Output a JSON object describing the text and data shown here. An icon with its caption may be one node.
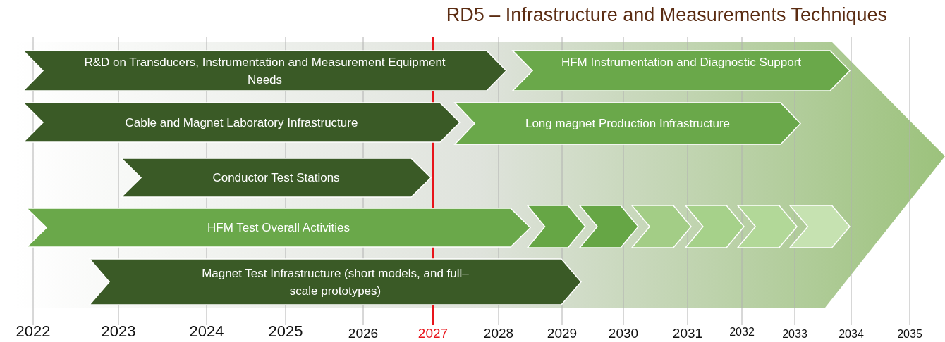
{
  "diagram": {
    "title": "RD5 – Infrastructure and Measurements Techniques",
    "nodes": [
      {
        "text": [
          "R&D on Transducers, Instrumentation and Measurement Equipment Needs"
        ]
      },
      {
        "text": [
          "HFM Instrumentation and Diagnostic Support"
        ]
      },
      {
        "text": [
          "Cable and Magnet Laboratory Infrastructure"
        ]
      },
      {
        "text": [
          "Long magnet Production Infrastructure"
        ]
      },
      {
        "text": [
          "Conductor Test Stations"
        ]
      },
      {
        "text": [
          "HFM Test Overall Activities"
        ]
      },
      {
        "text": [],
        "shape": "chevron"
      },
      {
        "text": [],
        "shape": "chevron"
      },
      {
        "text": [],
        "shape": "chevron"
      },
      {
        "text": [],
        "shape": "chevron"
      },
      {
        "text": [],
        "shape": "chevron"
      },
      {
        "text": [],
        "shape": "chevron"
      },
      {
        "text": [
          "Magnet Test Infrastructure (short models, and full–scale prototypes)"
        ]
      }
    ],
    "edges": [],
    "labels": [
      "2022",
      "2023",
      "2024",
      "2025",
      "2026",
      "2027",
      "2028",
      "2029",
      "2030",
      "2031",
      "2032",
      "2033",
      "2034",
      "2035"
    ]
  }
}
